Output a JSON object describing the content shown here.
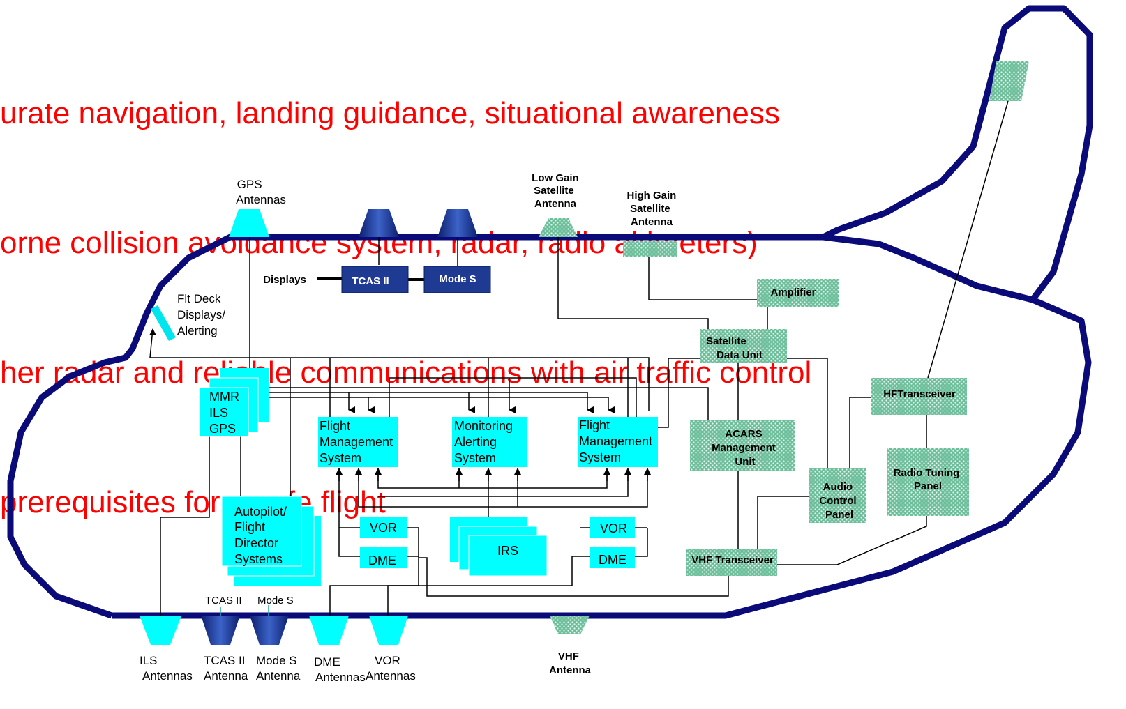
{
  "headline": {
    "line1": "urate navigation, landing guidance, situational awareness",
    "line2": "orne collision avoidance system, radar, radio altimeters)",
    "line3": "her radar and reliable communications with air traffic control",
    "line4": "prerequisites for a safe flight"
  },
  "labels": {
    "gps_antennas": [
      "GPS",
      "Antennas"
    ],
    "low_gain": [
      "Low Gain",
      "Satellite",
      "Antenna"
    ],
    "high_gain": [
      "High Gain",
      "Satellite",
      "Antenna"
    ],
    "displays": "Displays",
    "flt_deck": [
      "Flt Deck",
      "Displays/",
      "Alerting"
    ],
    "tcas_top": "TCAS II",
    "modes_top": "Mode S",
    "amplifier": "Amplifier",
    "sdu": [
      "Satellite",
      "Data Unit"
    ],
    "hf": "HFTransceiver",
    "acars": [
      "ACARS",
      "Management",
      "Unit"
    ],
    "radio_tuning": [
      "Radio Tuning",
      "Panel"
    ],
    "audio": [
      "Audio",
      "Control",
      "Panel"
    ],
    "vhf_transceiver": "VHF Transceiver",
    "mmr": [
      "MMR",
      "ILS",
      "GPS"
    ],
    "fms_left": [
      "Flight",
      "Management",
      "System"
    ],
    "monitoring": [
      "Monitoring",
      "Alerting",
      "System"
    ],
    "fms_right": [
      "Flight",
      "Management",
      "System"
    ],
    "autopilot": [
      "Autopilot/",
      "Flight",
      "Director",
      "Systems"
    ],
    "vor_left": "VOR",
    "dme_left": "DME",
    "irs": "IRS",
    "vor_right": "VOR",
    "dme_right": "DME",
    "tcas_bottom_top": "TCAS II",
    "modes_bottom_top": "Mode S",
    "ils_antennas": [
      "ILS",
      "Antennas"
    ],
    "tcas_antenna": [
      "TCAS II",
      "Antenna"
    ],
    "modes_antenna": [
      "Mode S",
      "Antenna"
    ],
    "dme_antennas": [
      "DME",
      "Antennas"
    ],
    "vor_antennas": [
      "VOR",
      "Antennas"
    ],
    "vhf_antenna": [
      "VHF",
      "Antenna"
    ]
  },
  "colors": {
    "headline": "#ff0000",
    "fuselage": "#0a0a78",
    "cyan": "#00ffff",
    "navy_box": "#1f3a93",
    "green_pattern": "#7cc7a8"
  }
}
